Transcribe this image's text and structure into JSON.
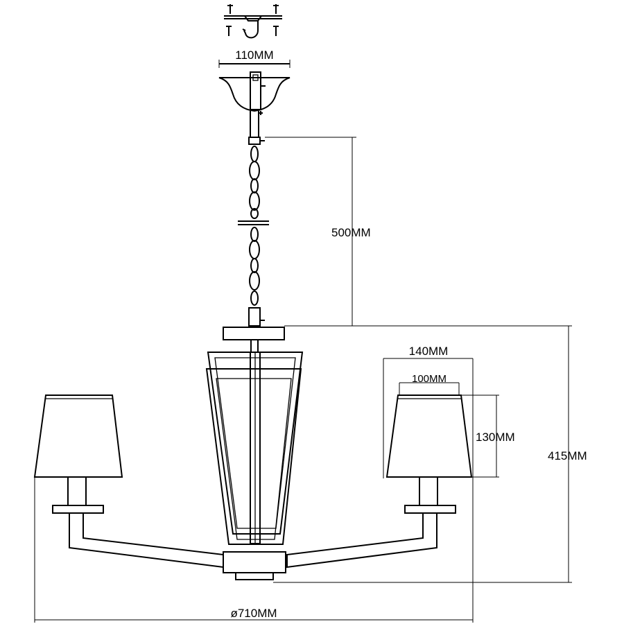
{
  "dimensions": {
    "canopy_width": "110MM",
    "chain_length": "500MM",
    "shade_top_width": "100MM",
    "shade_bottom_width": "140MM",
    "shade_height": "130MM",
    "body_height": "415MM",
    "overall_diameter": "ø710MM"
  }
}
